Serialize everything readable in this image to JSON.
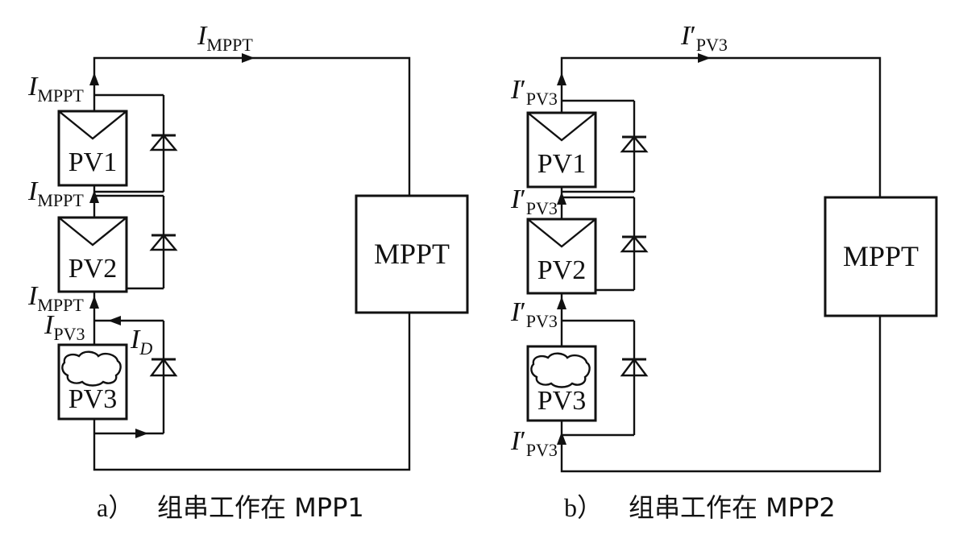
{
  "panels": [
    {
      "id": "a",
      "modules": [
        "PV1",
        "PV2",
        "PV3"
      ],
      "converter": "MPPT",
      "loop_current": {
        "main": "I",
        "prime": "",
        "sub": "MPPT"
      },
      "module_currents": [
        {
          "main": "I",
          "prime": "",
          "sub": "MPPT"
        },
        {
          "main": "I",
          "prime": "",
          "sub": "MPPT"
        },
        {
          "main": "I",
          "prime": "",
          "sub": "MPPT"
        },
        {
          "main": "I",
          "prime": "",
          "sub": "PV3"
        }
      ],
      "diode_current": {
        "main": "I",
        "sub": "D"
      },
      "caption_letter": "a）",
      "caption_text": "组串工作在 MPP1"
    },
    {
      "id": "b",
      "modules": [
        "PV1",
        "PV2",
        "PV3"
      ],
      "converter": "MPPT",
      "loop_current": {
        "main": "I",
        "prime": "′",
        "sub": "PV3"
      },
      "module_currents": [
        {
          "main": "I",
          "prime": "′",
          "sub": "PV3"
        },
        {
          "main": "I",
          "prime": "′",
          "sub": "PV3"
        },
        {
          "main": "I",
          "prime": "′",
          "sub": "PV3"
        },
        {
          "main": "I",
          "prime": "′",
          "sub": "PV3"
        }
      ],
      "caption_letter": "b）",
      "caption_text": "组串工作在 MPP2"
    }
  ]
}
